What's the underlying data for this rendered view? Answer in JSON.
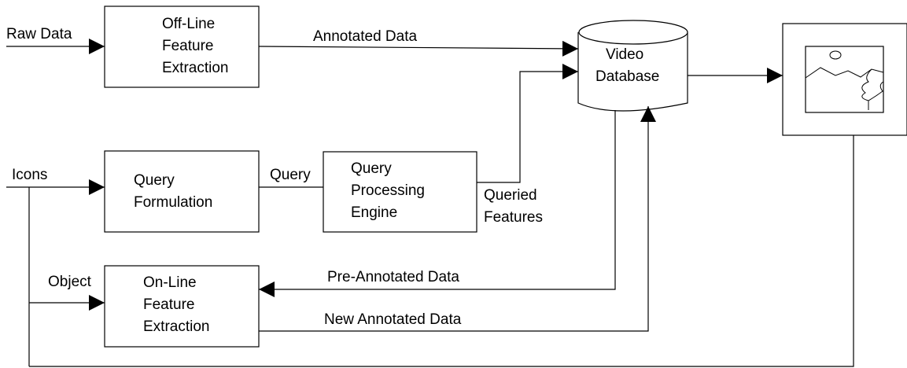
{
  "inputs": {
    "raw_data": "Raw Data",
    "icons": "Icons",
    "object": "Object"
  },
  "boxes": {
    "offline_extraction": [
      "Off-Line",
      "Feature",
      "Extraction"
    ],
    "query_formulation": [
      "Query",
      "Formulation"
    ],
    "query_engine": [
      "Query",
      "Processing",
      "Engine"
    ],
    "online_extraction": [
      "On-Line",
      "Feature",
      "Extraction"
    ],
    "video_database": [
      "Video",
      "Database"
    ]
  },
  "edges": {
    "annotated_data": "Annotated Data",
    "query": "Query",
    "queried_features": [
      "Queried",
      "Features"
    ],
    "pre_annotated_data": "Pre-Annotated Data",
    "new_annotated_data": "New Annotated Data"
  },
  "icons": {
    "display": "video-frame-display-icon"
  }
}
